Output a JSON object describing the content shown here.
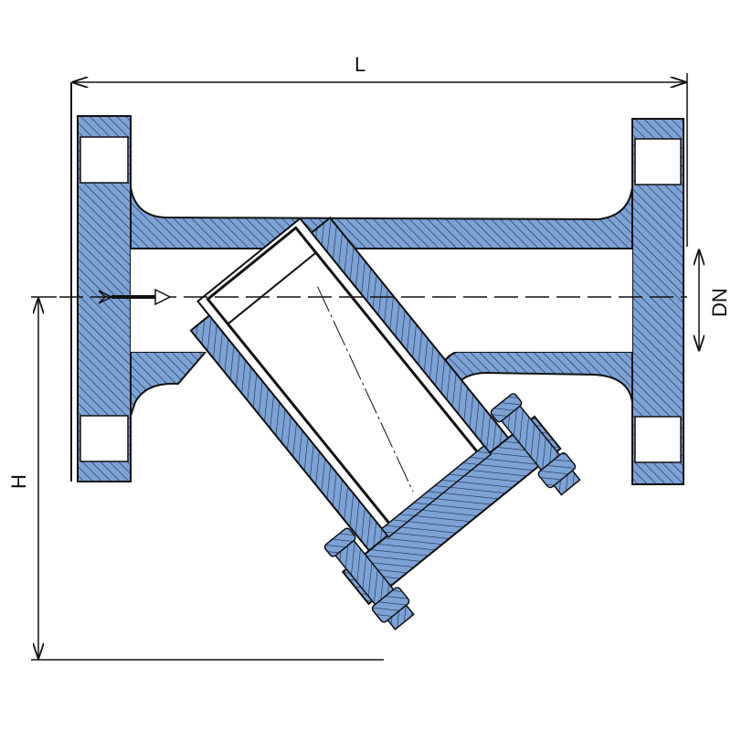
{
  "diagram": {
    "labels": {
      "length": "L",
      "height": "H",
      "nominal_diameter": "DN"
    },
    "colors": {
      "section_fill": "#7da2d6",
      "outline": "#111111",
      "background": "#ffffff"
    }
  }
}
